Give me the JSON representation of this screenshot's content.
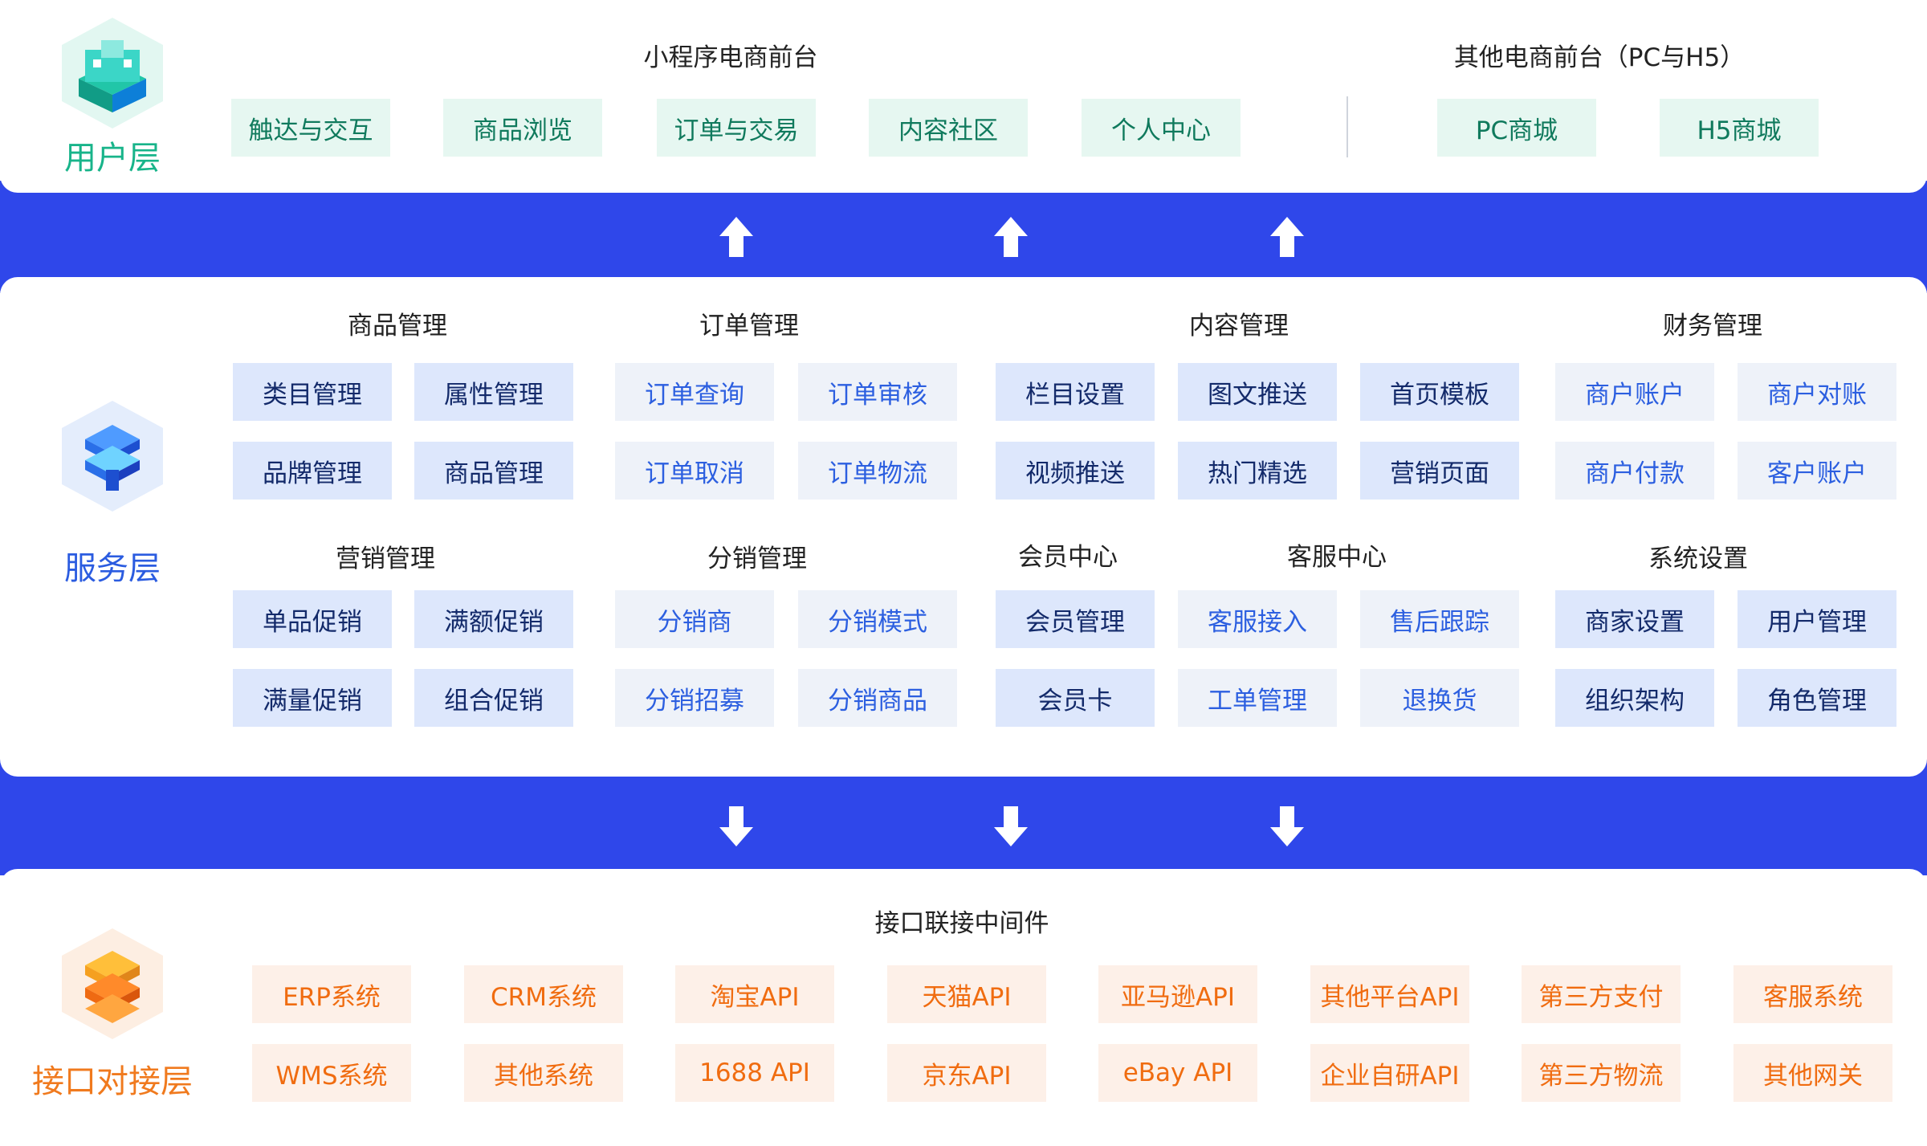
{
  "colors": {
    "band": "#2f47ea",
    "user_accent": "#18b48a",
    "service_accent": "#2b5ce0",
    "interface_accent": "#f07a1e"
  },
  "user_layer": {
    "label": "用户层",
    "icon": "cube-building-icon",
    "miniprogram_title": "小程序电商前台",
    "other_title": "其他电商前台（PC与H5）",
    "miniprogram_items": [
      "触达与交互",
      "商品浏览",
      "订单与交易",
      "内容社区",
      "个人中心"
    ],
    "other_items": [
      "PC商城",
      "H5商城"
    ]
  },
  "arrows": {
    "up": "arrow-up-icon",
    "down": "arrow-down-icon"
  },
  "service_layer": {
    "label": "服务层",
    "icon": "layered-stack-icon",
    "groups": [
      {
        "title": "商品管理",
        "items": [
          "类目管理",
          "属性管理",
          "品牌管理",
          "商品管理"
        ]
      },
      {
        "title": "订单管理",
        "items": [
          "订单查询",
          "订单审核",
          "订单取消",
          "订单物流"
        ]
      },
      {
        "title": "内容管理",
        "items": [
          "栏目设置",
          "图文推送",
          "首页模板",
          "视频推送",
          "热门精选",
          "营销页面"
        ]
      },
      {
        "title": "财务管理",
        "items": [
          "商户账户",
          "商户对账",
          "商户付款",
          "客户账户"
        ]
      },
      {
        "title": "营销管理",
        "items": [
          "单品促销",
          "满额促销",
          "满量促销",
          "组合促销"
        ]
      },
      {
        "title": "分销管理",
        "items": [
          "分销商",
          "分销模式",
          "分销招募",
          "分销商品"
        ]
      },
      {
        "title": "会员中心",
        "items": [
          "会员管理",
          "会员卡"
        ]
      },
      {
        "title": "客服中心",
        "items": [
          "客服接入",
          "售后跟踪",
          "工单管理",
          "退换货"
        ]
      },
      {
        "title": "系统设置",
        "items": [
          "商家设置",
          "用户管理",
          "组织架构",
          "角色管理"
        ]
      }
    ]
  },
  "interface_layer": {
    "label": "接口对接层",
    "icon": "stacked-layers-icon",
    "title": "接口联接中间件",
    "items": [
      "ERP系统",
      "CRM系统",
      "淘宝API",
      "天猫API",
      "亚马逊API",
      "其他平台API",
      "第三方支付",
      "客服系统",
      "WMS系统",
      "其他系统",
      "1688 API",
      "京东API",
      "eBay API",
      "企业自研API",
      "第三方物流",
      "其他网关"
    ]
  }
}
